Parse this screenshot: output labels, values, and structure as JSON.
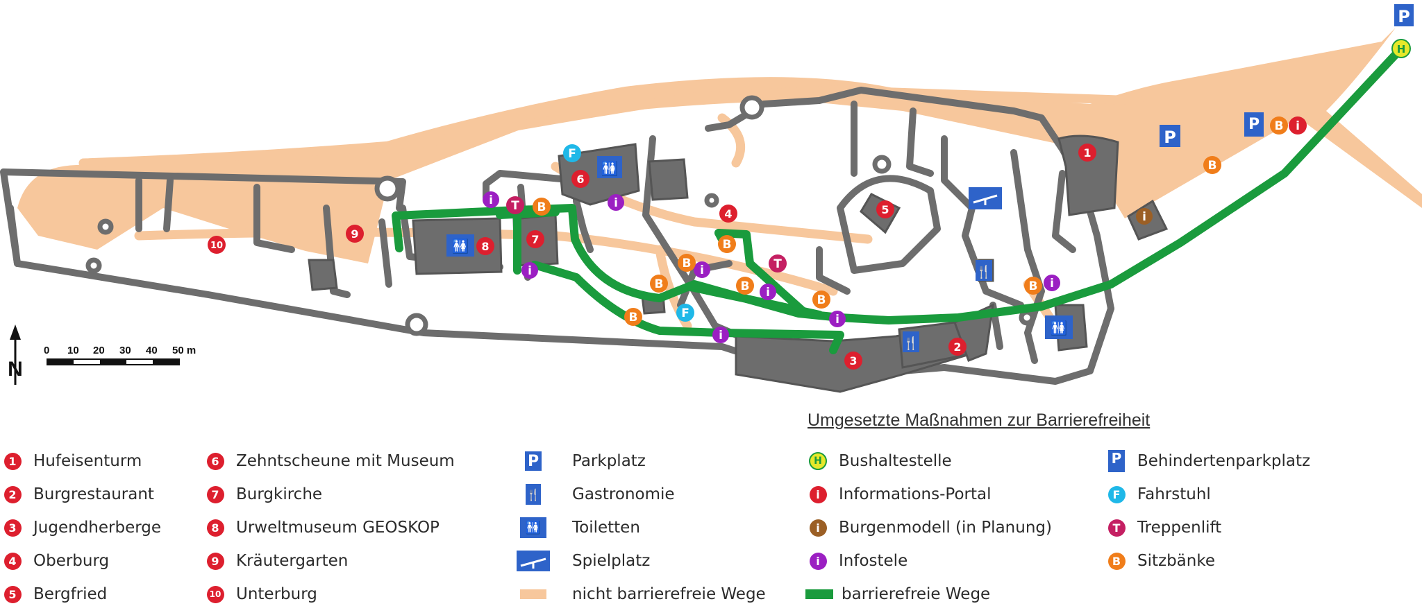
{
  "colors": {
    "building": "#6d6d6d",
    "wall": "#6d6d6d",
    "path_non_accessible": "#f7c79c",
    "path_accessible": "#1a9b3d",
    "poi_red": "#dd1f2e",
    "info_purple": "#9b1fc2",
    "bench_orange": "#f07d1a",
    "lift_blue": "#1fb8e8",
    "stairlift_magenta": "#c41f62",
    "model_brown": "#9b5f25",
    "bus_yellow": "#e6e82a",
    "icon_blue": "#2e63c9"
  },
  "map": {
    "scale": {
      "ticks": [
        "0",
        "10",
        "20",
        "30",
        "40",
        "50 m"
      ]
    },
    "north_label": "N",
    "markers": {
      "numbers": [
        "1",
        "2",
        "3",
        "4",
        "5",
        "6",
        "7",
        "8",
        "9",
        "10"
      ],
      "info": "i",
      "bench": "B",
      "elevator": "F",
      "stairlift": "T",
      "bus": "H",
      "parking": "P"
    }
  },
  "legend": {
    "heading": "Umgesetzte Maßnahmen zur Barrierefreiheit",
    "pois": [
      {
        "num": "1",
        "label": "Hufeisenturm"
      },
      {
        "num": "2",
        "label": "Burgrestaurant"
      },
      {
        "num": "3",
        "label": "Jugendherberge"
      },
      {
        "num": "4",
        "label": "Oberburg"
      },
      {
        "num": "5",
        "label": "Bergfried"
      },
      {
        "num": "6",
        "label": "Zehntscheune mit Museum"
      },
      {
        "num": "7",
        "label": "Burgkirche"
      },
      {
        "num": "8",
        "label": "Urweltmuseum GEOSKOP"
      },
      {
        "num": "9",
        "label": "Kräutergarten"
      },
      {
        "num": "10",
        "label": "Unterburg"
      }
    ],
    "facilities": [
      {
        "icon": "parking-icon",
        "label": "Parkplatz"
      },
      {
        "icon": "restaurant-icon",
        "label": "Gastronomie"
      },
      {
        "icon": "toilet-icon",
        "label": "Toiletten"
      },
      {
        "icon": "playground-icon",
        "label": "Spielplatz"
      },
      {
        "icon": "path-non-accessible-swatch",
        "label": "nicht barrierefreie Wege"
      }
    ],
    "accessibility": [
      {
        "icon": "bus-stop-icon",
        "letter": "H",
        "label": "Bushaltestelle"
      },
      {
        "icon": "information-portal-icon",
        "letter": "i",
        "label": "Informations-Portal"
      },
      {
        "icon": "castle-model-icon",
        "letter": "i",
        "label": "Burgenmodell (in Planung)"
      },
      {
        "icon": "info-stele-icon",
        "letter": "i",
        "label": "Infostele"
      },
      {
        "icon": "path-accessible-swatch",
        "label": "barrierefreie Wege"
      }
    ],
    "accessibility2": [
      {
        "icon": "disabled-parking-icon",
        "label": "Behindertenparkplatz"
      },
      {
        "icon": "elevator-icon",
        "letter": "F",
        "label": "Fahrstuhl"
      },
      {
        "icon": "stairlift-icon",
        "letter": "T",
        "label": "Treppenlift"
      },
      {
        "icon": "bench-icon",
        "letter": "B",
        "label": "Sitzbänke"
      }
    ]
  }
}
